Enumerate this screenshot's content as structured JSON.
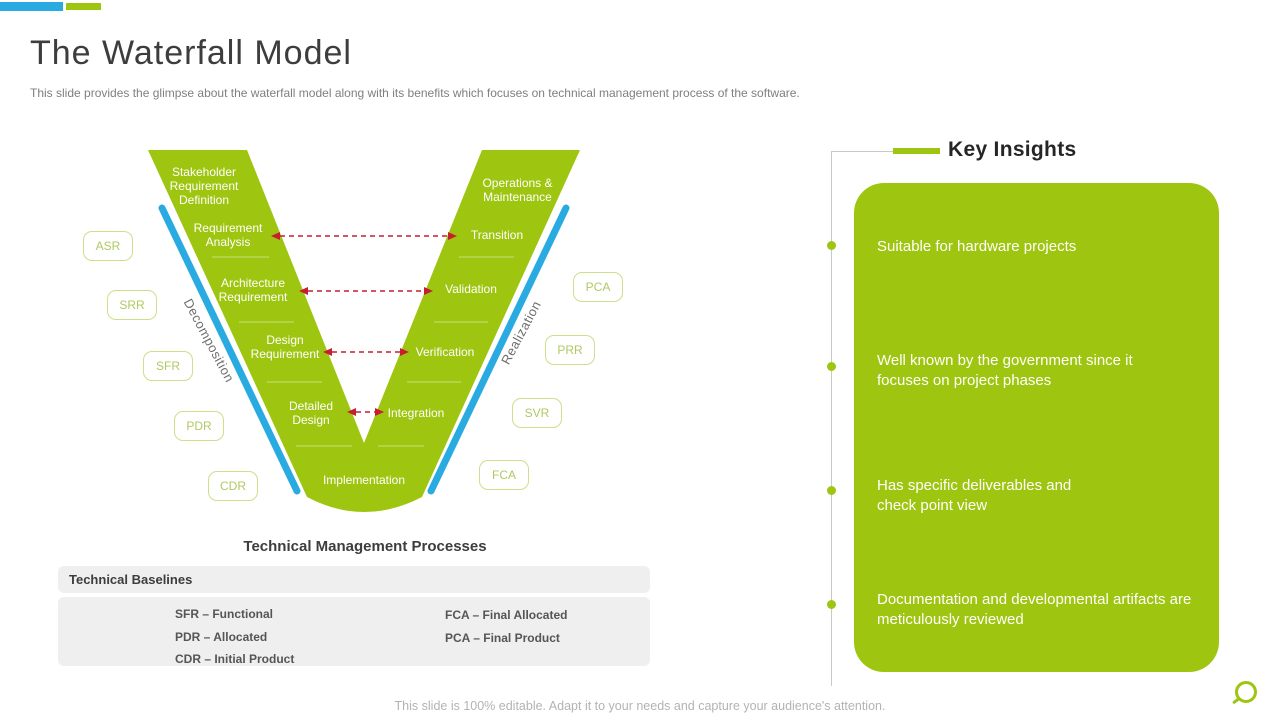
{
  "slide": {
    "title": "The Waterfall Model",
    "subtitle": "This slide provides the glimpse about the waterfall model along with its benefits which focuses on technical management process of the software.",
    "footer": "This slide is 100% editable. Adapt it to your needs and capture your audience's attention."
  },
  "diagram": {
    "caption": "Technical Management Processes",
    "left_branch_label": "Decomposition",
    "right_branch_label": "Realization",
    "left_stages": [
      "Stakeholder Requirement Definition",
      "Requirement Analysis",
      "Architecture Requirement",
      "Design Requirement",
      "Detailed Design",
      "Implementation"
    ],
    "right_stages": [
      "Operations & Maintenance",
      "Transition",
      "Validation",
      "Verification",
      "Integration"
    ],
    "left_reviews": [
      "ASR",
      "SRR",
      "SFR",
      "PDR",
      "CDR"
    ],
    "right_reviews": [
      "PCA",
      "PRR",
      "SVR",
      "FCA"
    ]
  },
  "baselines": {
    "header": "Technical Baselines",
    "left_column": [
      "SFR – Functional",
      "PDR – Allocated",
      "CDR – Initial Product"
    ],
    "right_column": [
      "FCA – Final Allocated",
      "PCA – Final Product"
    ]
  },
  "key_insights": {
    "title": "Key Insights",
    "items": [
      "Suitable for hardware projects",
      "Well known by the government since it focuses on project phases",
      "Has specific deliverables and check point view",
      "Documentation and developmental artifacts are meticulously reviewed"
    ]
  },
  "colors": {
    "accent_green": "#9EC50F",
    "accent_blue": "#29ABE2",
    "arrow_red": "#C51F30"
  }
}
